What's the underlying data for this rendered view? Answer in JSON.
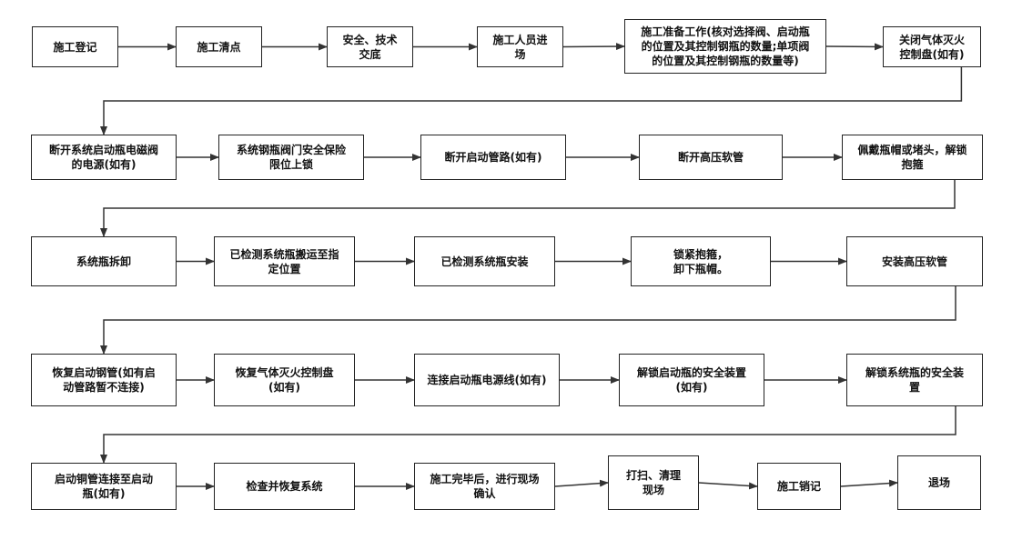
{
  "diagram": {
    "type": "flowchart",
    "nodes": [
      {
        "id": "n1",
        "label": "施工登记"
      },
      {
        "id": "n2",
        "label": "施工清点"
      },
      {
        "id": "n3",
        "label": "安全、技术\n交底"
      },
      {
        "id": "n4",
        "label": "施工人员进\n场"
      },
      {
        "id": "n5",
        "label": "施工准备工作(核对选择阀、启动瓶\n的位置及其控制钢瓶的数量;单项阀\n的位置及其控制钢瓶的数量等)"
      },
      {
        "id": "n6",
        "label": "关闭气体灭火\n控制盘(如有)"
      },
      {
        "id": "n7",
        "label": "断开系统启动瓶电磁阀\n的电源(如有)"
      },
      {
        "id": "n8",
        "label": "系统钢瓶阀门安全保险\n限位上锁"
      },
      {
        "id": "n9",
        "label": "断开启动管路(如有)"
      },
      {
        "id": "n10",
        "label": "断开高压软管"
      },
      {
        "id": "n11",
        "label": "佩戴瓶帽或堵头，解锁\n抱箍"
      },
      {
        "id": "n12",
        "label": "系统瓶拆卸"
      },
      {
        "id": "n13",
        "label": "已检测系统瓶搬运至指\n定位置"
      },
      {
        "id": "n14",
        "label": "已检测系统瓶安装"
      },
      {
        "id": "n15",
        "label": "锁紧抱箍，\n卸下瓶帽。"
      },
      {
        "id": "n16",
        "label": "安装高压软管"
      },
      {
        "id": "n17",
        "label": "恢复启动钢管(如有启\n动管路暂不连接)"
      },
      {
        "id": "n18",
        "label": "恢复气体灭火控制盘\n(如有)"
      },
      {
        "id": "n19",
        "label": "连接启动瓶电源线(如有)"
      },
      {
        "id": "n20",
        "label": "解锁启动瓶的安全装置\n(如有)"
      },
      {
        "id": "n21",
        "label": "解锁系统瓶的安全装\n置"
      },
      {
        "id": "n22",
        "label": "启动铜管连接至启动\n瓶(如有)"
      },
      {
        "id": "n23",
        "label": "检查并恢复系统"
      },
      {
        "id": "n24",
        "label": "施工完毕后，进行现场\n确认"
      },
      {
        "id": "n25",
        "label": "打扫、清理\n现场"
      },
      {
        "id": "n26",
        "label": "施工销记"
      },
      {
        "id": "n27",
        "label": "退场"
      }
    ],
    "edges": [
      [
        "n1",
        "n2"
      ],
      [
        "n2",
        "n3"
      ],
      [
        "n3",
        "n4"
      ],
      [
        "n4",
        "n5"
      ],
      [
        "n5",
        "n6"
      ],
      [
        "n6",
        "n7"
      ],
      [
        "n7",
        "n8"
      ],
      [
        "n8",
        "n9"
      ],
      [
        "n9",
        "n10"
      ],
      [
        "n10",
        "n11"
      ],
      [
        "n11",
        "n12"
      ],
      [
        "n12",
        "n13"
      ],
      [
        "n13",
        "n14"
      ],
      [
        "n14",
        "n15"
      ],
      [
        "n15",
        "n16"
      ],
      [
        "n16",
        "n17"
      ],
      [
        "n17",
        "n18"
      ],
      [
        "n18",
        "n19"
      ],
      [
        "n19",
        "n20"
      ],
      [
        "n20",
        "n21"
      ],
      [
        "n21",
        "n22"
      ],
      [
        "n22",
        "n23"
      ],
      [
        "n23",
        "n24"
      ],
      [
        "n24",
        "n25"
      ],
      [
        "n25",
        "n26"
      ],
      [
        "n26",
        "n27"
      ]
    ],
    "colors": {
      "box_border": "#222222",
      "line": "#333333",
      "text": "#111111"
    }
  }
}
